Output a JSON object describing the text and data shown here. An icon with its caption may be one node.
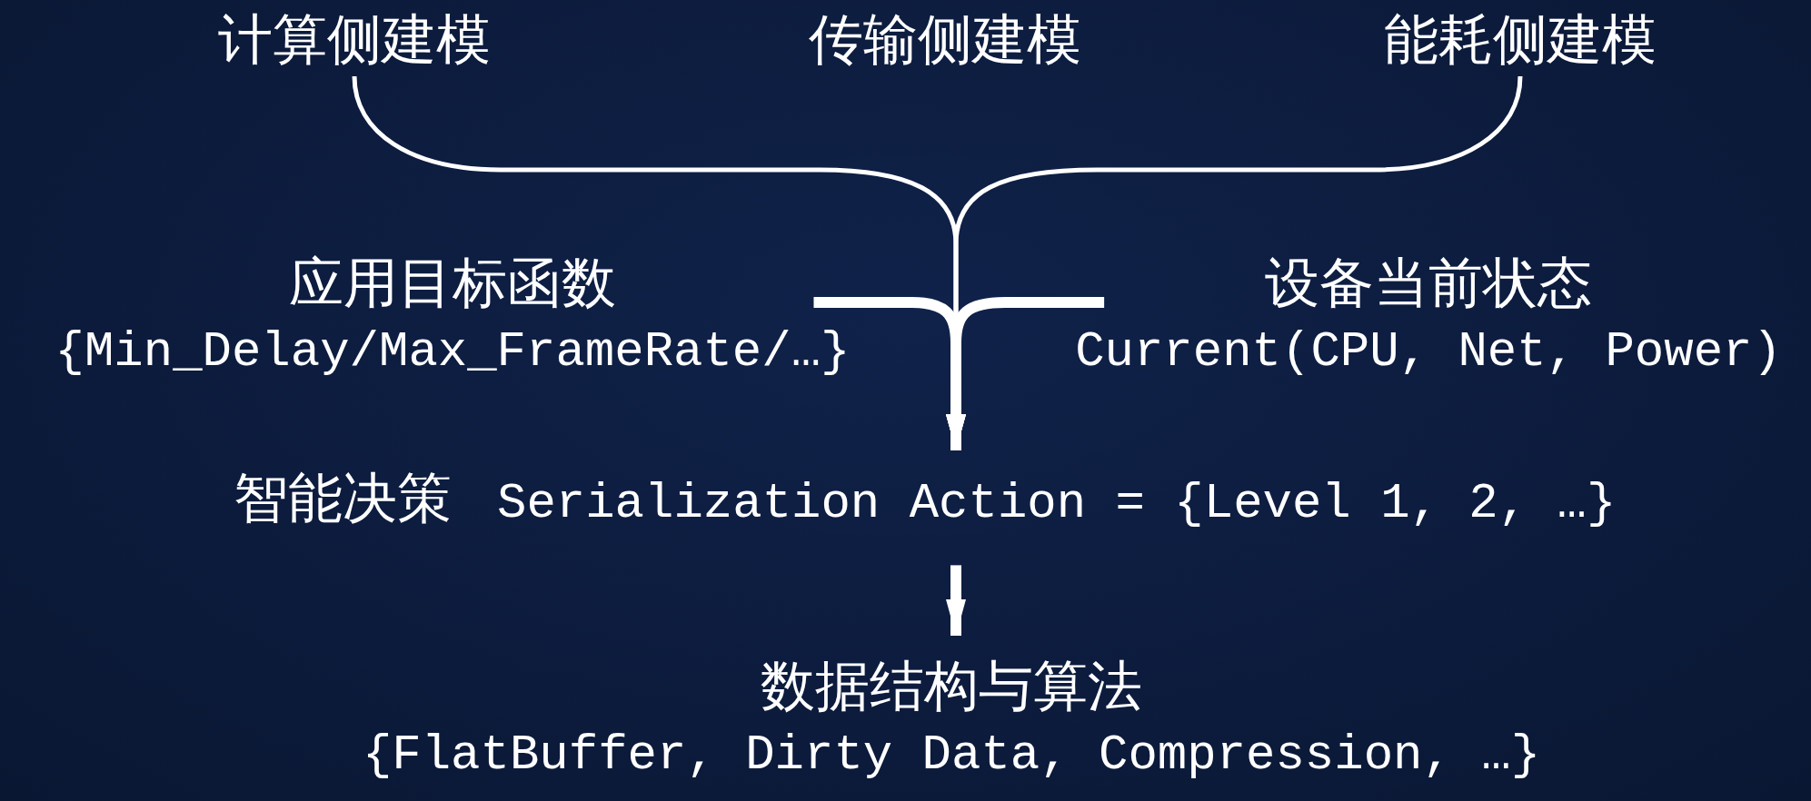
{
  "diagram": {
    "nodes": [
      {
        "text": [
          "计算侧建模"
        ]
      },
      {
        "text": [
          "传输侧建模"
        ]
      },
      {
        "text": [
          "能耗侧建模"
        ]
      },
      {
        "text": [
          "应用目标函数",
          "{Min_Delay/Max_FrameRate/…}"
        ]
      },
      {
        "text": [
          "设备当前状态",
          "Current(CPU, Net, Power)"
        ]
      },
      {
        "text": [
          "智能决策",
          "Serialization Action = {Level 1, 2, …}"
        ]
      },
      {
        "text": [
          "数据结构与算法",
          "{FlatBuffer, Dirty Data, Compression, …}"
        ]
      }
    ],
    "edges": [
      {
        "from": 0,
        "to": 5,
        "arrow": "to"
      },
      {
        "from": 2,
        "to": 5,
        "arrow": "to"
      },
      {
        "from": 3,
        "to": 5,
        "arrow": "to"
      },
      {
        "from": 4,
        "to": 5,
        "arrow": "to"
      },
      {
        "from": 5,
        "to": 6,
        "arrow": "to"
      }
    ]
  }
}
